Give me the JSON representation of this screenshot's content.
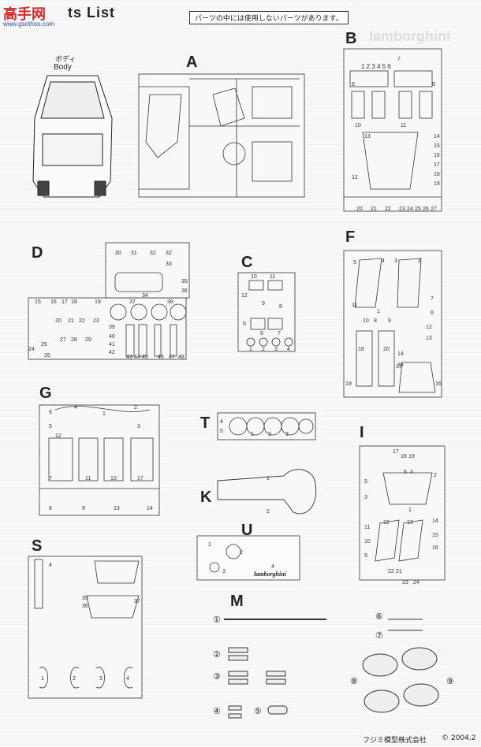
{
  "header": {
    "title": "Parts List",
    "title_visible": "ts List",
    "note": "パーツの中には使用しないパーツがあります。",
    "watermark_top": "高手网",
    "watermark_url": "www.gsothoo.com",
    "right_background_text": "lamborghini"
  },
  "body": {
    "label_jp": "ボディ",
    "label_en": "Body"
  },
  "sprues": [
    {
      "letter": "A"
    },
    {
      "letter": "B"
    },
    {
      "letter": "D"
    },
    {
      "letter": "C"
    },
    {
      "letter": "F"
    },
    {
      "letter": "G"
    },
    {
      "letter": "T"
    },
    {
      "letter": "I"
    },
    {
      "letter": "K"
    },
    {
      "letter": "U"
    },
    {
      "letter": "S"
    },
    {
      "letter": "M"
    }
  ],
  "sprueB": {
    "row1": "1 2 3 4 5 6",
    "r9": "7",
    "r8": "8",
    "r9b": "9",
    "r10": "10",
    "r11": "11",
    "r13": "13",
    "r12": "12",
    "bottom": [
      "20",
      "21",
      "22",
      "23",
      "24",
      "25",
      "26",
      "27"
    ],
    "right": [
      "14",
      "15",
      "16",
      "17",
      "18",
      "19"
    ]
  },
  "sprueD": {
    "top": [
      "30",
      "31",
      "32",
      "32",
      "33"
    ],
    "mid": [
      "34",
      "35",
      "36"
    ],
    "left1": [
      "15",
      "16",
      "17",
      "18",
      "19"
    ],
    "left2": [
      "20",
      "21",
      "22",
      "23"
    ],
    "left3": [
      "27",
      "28",
      "29"
    ],
    "left4": [
      "24",
      "25",
      "26"
    ],
    "right1": [
      "37",
      "38",
      "39"
    ],
    "right2": [
      "40",
      "41",
      "42"
    ],
    "bottom": [
      "43",
      "44",
      "45",
      "46",
      "47",
      "48"
    ]
  },
  "sprueC": {
    "nums": [
      "10",
      "11",
      "12",
      "9",
      "8",
      "5",
      "6",
      "7",
      "1",
      "2",
      "3",
      "4"
    ]
  },
  "sprueF": {
    "nums": [
      "5",
      "4",
      "3",
      "2",
      "1",
      "10",
      "8",
      "9",
      "11",
      "18",
      "20",
      "12",
      "13",
      "14",
      "15",
      "16",
      "17",
      "19",
      "6",
      "7"
    ]
  },
  "sprueG": {
    "nums": [
      "6",
      "4",
      "1",
      "2",
      "5",
      "3",
      "12",
      "7",
      "11",
      "10",
      "17",
      "8",
      "9",
      "13",
      "14"
    ]
  },
  "sprueT": {
    "nums": [
      "4",
      "5",
      "1",
      "2",
      "3"
    ]
  },
  "sprueK": {
    "nums": [
      "1",
      "2"
    ]
  },
  "sprueU": {
    "nums": [
      "1",
      "2",
      "3",
      "4"
    ],
    "badge": "lamborghini"
  },
  "sprueI": {
    "nums": [
      "17",
      "18",
      "19",
      "6",
      "5",
      "4",
      "3",
      "2",
      "1",
      "12",
      "13",
      "14",
      "15",
      "16",
      "11",
      "10",
      "9",
      "22",
      "21",
      "23",
      "24"
    ]
  },
  "sprueS": {
    "nums": [
      "4",
      "35",
      "36",
      "37",
      "1",
      "2",
      "3",
      "4"
    ]
  },
  "sprueM": {
    "items": [
      "①",
      "②",
      "③",
      "④",
      "⑤",
      "⑥",
      "⑦",
      "⑧",
      "⑨"
    ]
  },
  "footer": {
    "company": "フジミ模型株式会社",
    "copyright": "©",
    "date": "2004.2"
  },
  "colors": {
    "ink": "#222222",
    "panel_bg": "#f6f6f6",
    "watermark_red": "#d32a2a",
    "watermark_blue": "#2a4ea0"
  }
}
